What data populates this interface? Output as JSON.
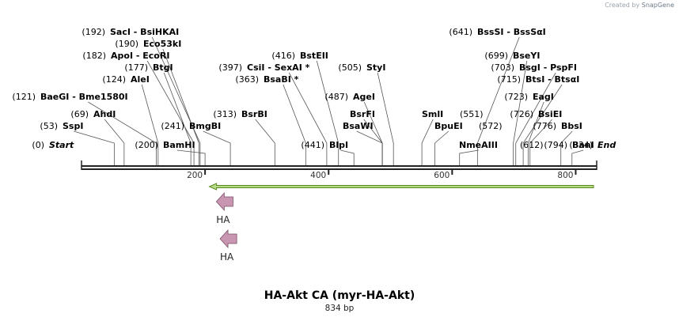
{
  "credit": {
    "prefix": "Created by",
    "brand": "SnapGene"
  },
  "title": "HA-Akt CA (myr-HA-Akt)",
  "length_label": "834 bp",
  "sequence_length": 834,
  "axis": {
    "ticks": [
      200,
      400,
      600,
      800
    ]
  },
  "colors": {
    "ruler": "#222222",
    "orf_fill": "#b7d98a",
    "orf_stroke": "#5a8a1e",
    "feature": "#c996b1",
    "feature_stroke": "#7a4f66"
  },
  "orf": {
    "start": 207,
    "end": 834,
    "direction": "reverse"
  },
  "features": [
    {
      "name": "HA",
      "start": 208,
      "end": 235,
      "direction": "reverse"
    },
    {
      "name": "HA",
      "start": 214,
      "end": 241,
      "direction": "reverse"
    }
  ],
  "sites": [
    {
      "pos": "(0)",
      "name": "Start",
      "loc": 0,
      "italic": true
    },
    {
      "pos": "(53)",
      "name": "SspI",
      "loc": 53
    },
    {
      "pos": "(69)",
      "name": "AhdI",
      "loc": 69
    },
    {
      "pos": "(121)",
      "name": "BaeGI  - Bme1580I",
      "loc": 121
    },
    {
      "pos": "(124)",
      "name": "AleI",
      "loc": 124
    },
    {
      "pos": "(177)",
      "name": "BtgI",
      "loc": 177
    },
    {
      "pos": "(182)",
      "name": "ApoI  - EcoRI",
      "loc": 182
    },
    {
      "pos": "(190)",
      "name": "Eco53kI",
      "loc": 190
    },
    {
      "pos": "(192)",
      "name": "SacI  - BsiHKAI",
      "loc": 192
    },
    {
      "pos": "(200)",
      "name": "BamHI",
      "loc": 200
    },
    {
      "pos": "(241)",
      "name": "BmgBI",
      "loc": 241
    },
    {
      "pos": "(313)",
      "name": "BsrBI",
      "loc": 313
    },
    {
      "pos": "(363)",
      "name": "BsaBI *",
      "loc": 363
    },
    {
      "pos": "(397)",
      "name": "CsiI  - SexAI *",
      "loc": 397
    },
    {
      "pos": "(416)",
      "name": "BstEII",
      "loc": 416
    },
    {
      "pos": "(441)",
      "name": "BlpI",
      "loc": 441
    },
    {
      "pos": "(487)",
      "name": "AgeI",
      "loc": 487
    },
    {
      "pos": "",
      "name": "BsrFI",
      "loc": 487
    },
    {
      "pos": "",
      "name": "BsaWI",
      "loc": 487
    },
    {
      "pos": "(505)",
      "name": "StyI",
      "loc": 505
    },
    {
      "pos": "",
      "name": "SmlI",
      "loc": 551
    },
    {
      "pos": "(551)",
      "name": "",
      "loc": 551
    },
    {
      "pos": "",
      "name": "BpuEI",
      "loc": 572
    },
    {
      "pos": "(572)",
      "name": "",
      "loc": 572
    },
    {
      "pos": "",
      "name": "NmeAIII",
      "loc": 612
    },
    {
      "pos": "(612)",
      "name": "",
      "loc": 612
    },
    {
      "pos": "(641)",
      "name": "BssSI  - BssSαI",
      "loc": 641
    },
    {
      "pos": "(699)",
      "name": "BseYI",
      "loc": 699
    },
    {
      "pos": "(703)",
      "name": "BsgI  - PspFI",
      "loc": 703
    },
    {
      "pos": "(715)",
      "name": "BtsI  - BtsαI",
      "loc": 715
    },
    {
      "pos": "(723)",
      "name": "EagI",
      "loc": 723
    },
    {
      "pos": "(726)",
      "name": "BsiEI",
      "loc": 726
    },
    {
      "pos": "(776)",
      "name": "BbsI",
      "loc": 776
    },
    {
      "pos": "(794)",
      "name": "BanI",
      "loc": 794
    },
    {
      "pos": "(834)",
      "name": "End",
      "loc": 834,
      "italic": true
    }
  ]
}
